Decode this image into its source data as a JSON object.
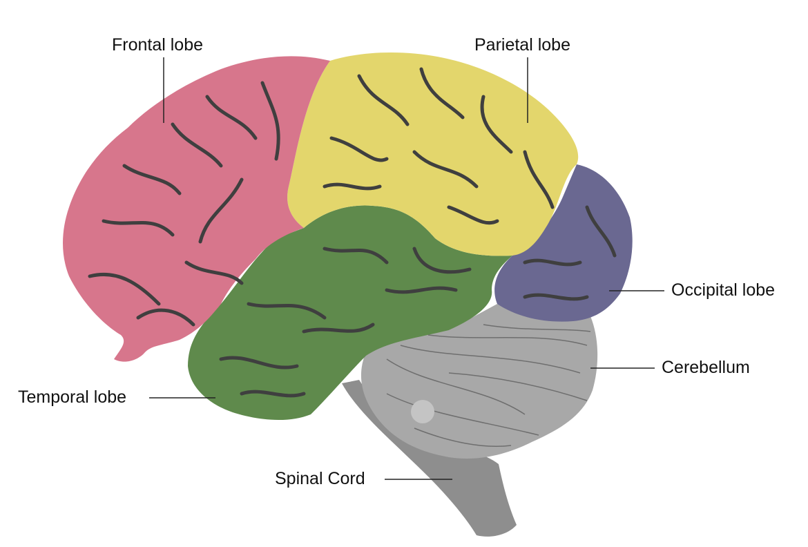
{
  "labels": {
    "frontal": "Frontal lobe",
    "parietal": "Parietal lobe",
    "occipital": "Occipital lobe",
    "cerebellum": "Cerebellum",
    "temporal": "Temporal lobe",
    "spinal_cord": "Spinal Cord"
  },
  "colors": {
    "frontal": "#d7768c",
    "parietal": "#e3d66c",
    "temporal": "#5f8a4c",
    "occipital": "#6a6891",
    "cerebellum": "#a8a8a8",
    "brainstem": "#8e8e8e",
    "sulci": "#3f3f3f"
  }
}
